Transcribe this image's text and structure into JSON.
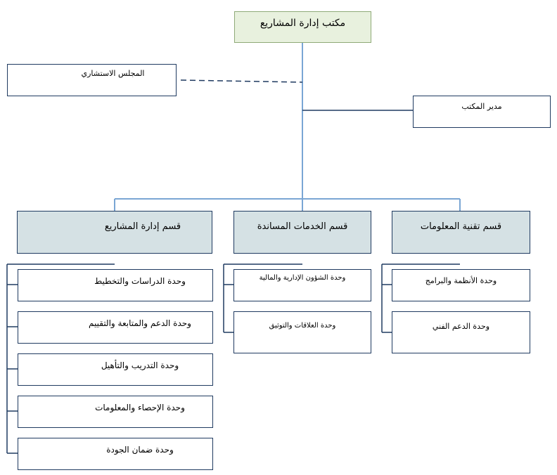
{
  "office": "مكتب إدارة المشاريع",
  "advisory_council": "المجلس الاستشاري",
  "office_manager": "مدير المكتب",
  "departments": [
    {
      "name": "قسم إدارة المشاريع",
      "units": [
        "وحدة الدراسات والتخطيط",
        "وحدة الدعم والمتابعة والتقييم",
        "وحدة التدريب والتأهيل",
        "وحدة الإحصاء والمعلومات",
        "وحدة ضمان الجودة"
      ]
    },
    {
      "name": "قسم الخدمات المساندة",
      "units": [
        "وحدة الشؤون الإدارية والمالية",
        "وحدة العلاقات والتوثيق"
      ]
    },
    {
      "name": "قسم تقنية المعلومات",
      "units": [
        "وحدة الأنظمة والبرامج",
        "وحدة الدعم الفني"
      ]
    }
  ],
  "colors": {
    "connector_blue": "#7aa6d4",
    "connector_dark": "#1f3a60",
    "top_box_fill": "#e8f1de",
    "department_fill": "#d5e1e4"
  }
}
